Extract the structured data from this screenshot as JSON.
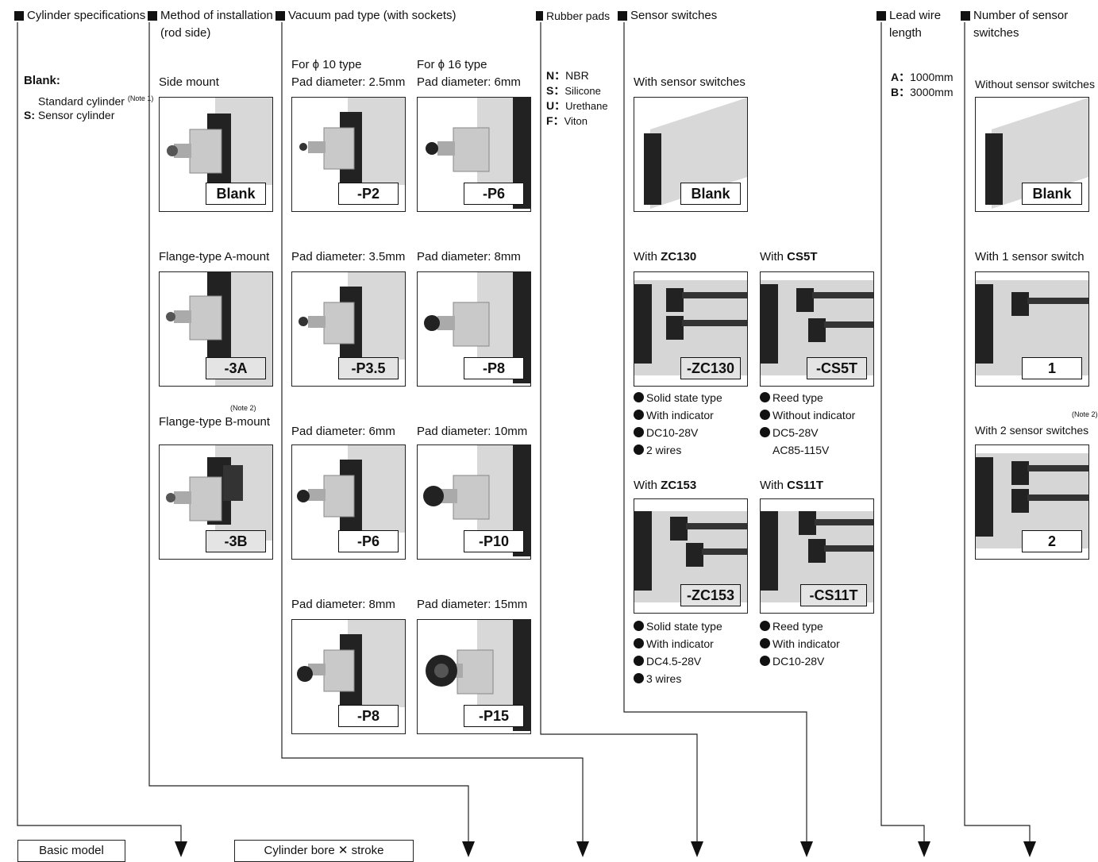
{
  "headers": {
    "cylinder_specs": "Cylinder specifications",
    "installation": "Method of installation\n(rod side)",
    "vacuum_pad": "Vacuum pad type (with sockets)",
    "rubber_pads": "Rubber pads",
    "sensor_switches": "Sensor switches",
    "lead_wire": "Lead wire\nlength",
    "number_switches": "Number of sensor\nswitches"
  },
  "cylinder": {
    "blank_key": "Blank:",
    "blank_value": "Standard cylinder",
    "blank_note": "(Note 1)",
    "s_key": "S:",
    "s_value": "Sensor cylinder"
  },
  "installation": [
    {
      "label": "Side mount",
      "code": "Blank"
    },
    {
      "label": "Flange-type A-mount",
      "code": "-3A"
    },
    {
      "label": "Flange-type B-mount",
      "note": "(Note 2)",
      "code": "-3B"
    }
  ],
  "vacuum": {
    "col10_title": "For ϕ 10 type",
    "col16_title": "For ϕ 16 type",
    "pads10": [
      {
        "label": "Pad diameter: 2.5mm",
        "code": "-P2"
      },
      {
        "label": "Pad diameter: 3.5mm",
        "code": "-P3.5"
      },
      {
        "label": "Pad diameter: 6mm",
        "code": "-P6"
      },
      {
        "label": "Pad diameter: 8mm",
        "code": "-P8"
      }
    ],
    "pads16": [
      {
        "label": "Pad diameter: 6mm",
        "code": "-P6"
      },
      {
        "label": "Pad diameter: 8mm",
        "code": "-P8"
      },
      {
        "label": "Pad diameter: 10mm",
        "code": "-P10"
      },
      {
        "label": "Pad diameter: 15mm",
        "code": "-P15"
      }
    ]
  },
  "rubber": [
    {
      "key": "N",
      "value": "NBR"
    },
    {
      "key": "S",
      "value": "Silicone"
    },
    {
      "key": "U",
      "value": "Urethane"
    },
    {
      "key": "F",
      "value": "Viton"
    }
  ],
  "sensor": {
    "with_label": "With sensor switches",
    "with_code": "Blank",
    "zc130": {
      "prefix": "With ",
      "name": "ZC130",
      "code": "-ZC130",
      "specs": [
        "Solid state type",
        "With indicator",
        "DC10-28V",
        "2 wires"
      ]
    },
    "cs5t": {
      "prefix": "With ",
      "name": "CS5T",
      "code": "-CS5T",
      "specs": [
        "Reed type",
        "Without indicator",
        "DC5-28V"
      ],
      "extra": "AC85-115V"
    },
    "zc153": {
      "prefix": "With ",
      "name": "ZC153",
      "code": "-ZC153",
      "specs": [
        "Solid state type",
        "With indicator",
        "DC4.5-28V",
        "3 wires"
      ]
    },
    "cs11t": {
      "prefix": "With ",
      "name": "CS11T",
      "code": "-CS11T",
      "specs": [
        "Reed type",
        "With indicator",
        "DC10-28V"
      ]
    }
  },
  "lead": [
    {
      "key": "A",
      "value": "1000mm"
    },
    {
      "key": "B",
      "value": "3000mm"
    }
  ],
  "number": [
    {
      "label": "Without sensor switches",
      "code": "Blank"
    },
    {
      "label": "With 1 sensor switch",
      "code": "1"
    },
    {
      "label": "With 2 sensor switches",
      "note": "(Note 2)",
      "code": "2"
    }
  ],
  "bottom": {
    "basic_model": "Basic model",
    "bore_stroke": "Cylinder bore ✕ stroke"
  }
}
